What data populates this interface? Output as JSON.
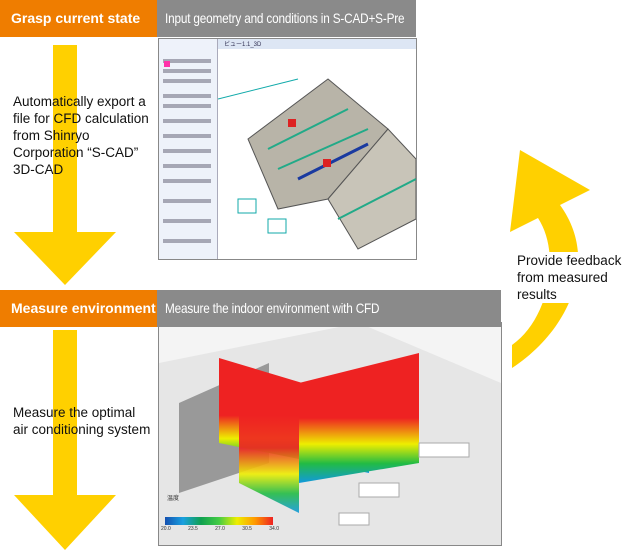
{
  "step1": {
    "label": "Grasp current state",
    "title": "Input geometry and conditions in S-CAD+S-Pre",
    "description": "Automatically export a file for CFD calculation from Shinryo Corporation “S-CAD” 3D-CAD",
    "window_tab": "ビュー1.1_3D"
  },
  "step2": {
    "label": "Measure environment",
    "title": "Measure the indoor environment with CFD",
    "description": "Measure the optimal air conditioning system",
    "legend_title": "温度",
    "legend_ticks": [
      "20.0",
      "23.5",
      "27.0",
      "30.5",
      "34.0"
    ]
  },
  "feedback": {
    "label": "Provide feedback from measured results"
  },
  "colors": {
    "orange": "#ef7d00",
    "gray": "#8a8a8a",
    "arrow": "#ffd000"
  }
}
